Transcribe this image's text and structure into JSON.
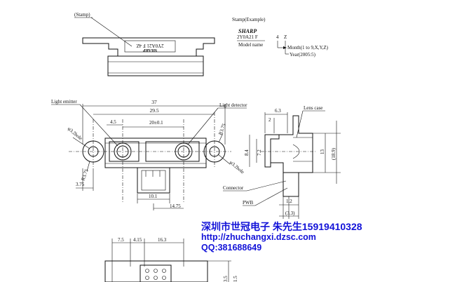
{
  "labels": {
    "stamp": "(Stamp)",
    "stamp_example": "Stamp(Example)",
    "brand": "SHARP",
    "model_code": "2Y0A21",
    "model_code_example": "2Y0A21  F",
    "month_digit": "4",
    "year_digit": "Z",
    "stamp_inverted": "2Y0A21  F  4Z",
    "model_name": "Model name",
    "month_note": "Month(1 to 9,X,Y,Z)",
    "year_note": "Year(2005:5)",
    "light_emitter": "Light emitter",
    "light_detector": "Light detector",
    "lens_case": "Lens case",
    "connector": "Connector",
    "pwb": "PWB"
  },
  "dimensions": {
    "overall_width": "37",
    "hole_pitch": "29.5",
    "lens_pitch": "20±0.1",
    "emitter_offset": "4.5",
    "left_hole": "φ3.2hole",
    "right_hole": "φ3.2hole",
    "radius_top": "R3.75",
    "radius_bottom": "R3.75",
    "left_margin": "3.75",
    "connector_width": "10.1",
    "connector_offset": "14.75",
    "side_depth": "6.3",
    "side_step": "2",
    "side_height_a": "8.4",
    "side_height_b": "7.2",
    "side_height_c": "13",
    "side_height_d": "(18.9)",
    "pwb_offset": "1.2",
    "pwb_thickness": "(3.3)",
    "bottom_a": "7.5",
    "bottom_b": "4.15",
    "bottom_c": "16.3",
    "bottom_d": "1.5",
    "bottom_e": "3.5"
  },
  "contact": {
    "line1": "深圳市世冠电子 朱先生15919410328",
    "line2": "http://zhuchangxi.dzsc.com",
    "line3": "QQ:381688649"
  }
}
